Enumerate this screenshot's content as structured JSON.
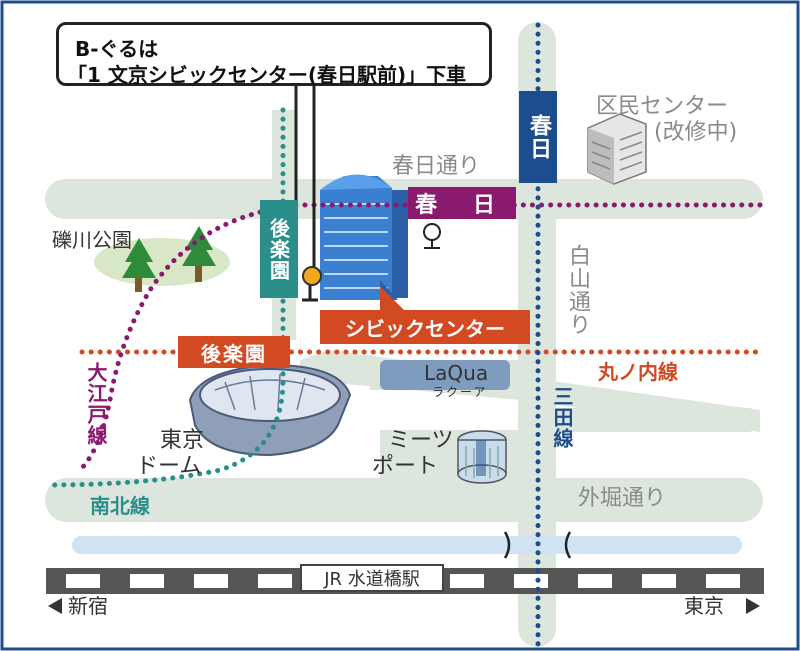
{
  "callout": {
    "line1": "B-ぐるは",
    "line2": "「1 文京シビックセンター(春日駅前)」下車"
  },
  "stations": {
    "kasuga_h": "春 日",
    "korakuen_h": "後楽園",
    "korakuen_v": "後楽園",
    "kasuga_v": "春日"
  },
  "places": {
    "kuminCenter": "区民センター",
    "kuminCenterNote": "(改修中)",
    "koishikawa": "礫川公園",
    "civicCenter": "シビックセンター",
    "laqua": "LaQua",
    "laquaKana": "ラクーア",
    "tokyoDome1": "東京",
    "tokyoDome2": "ドーム",
    "meetsPort1": "ミーツ",
    "meetsPort2": "ポート"
  },
  "streets": {
    "kasugaDori": "春日通り",
    "hakusanDori": "白山通り",
    "sotoboriDori": "外堀通り"
  },
  "lines": {
    "marunouchi": "丸ノ内線",
    "oedo": "大江戸線",
    "mita": "三田線",
    "namboku": "南北線"
  },
  "jr": {
    "station": "JR 水道橋駅",
    "west": "新宿",
    "east": "東京"
  },
  "colors": {
    "border": "#1c4d8c",
    "road": "#dde6dd",
    "river": "#cfe3f2",
    "oedo": "#8a1a6e",
    "marunouchi": "#d24a22",
    "mita": "#1c4d8c",
    "namboku": "#2a8f8a",
    "park": "#d8e7c6",
    "tree": "#2e8b3a"
  }
}
